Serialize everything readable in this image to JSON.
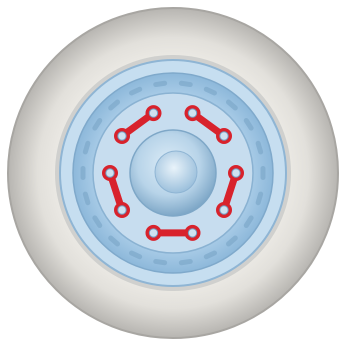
{
  "illustration": {
    "subject": "wheel-with-lug-nut-indicators",
    "colors": {
      "tire": "#dfddd8",
      "tire_shadow": "#a8a6a2",
      "rim_outer": "#9cc4e2",
      "rim_inner": "#bcd8ee",
      "rim_edge": "#6f9dc2",
      "hub": "#6e9bbd",
      "hub_cap": "#aacbe0",
      "indicator": "#d8222c",
      "bolt": "#cfe2f0",
      "vent_slot": "#7fa9cb"
    },
    "lug_nut_count": 10,
    "indicator_pairs": 5,
    "vent_slot_count": 22
  }
}
